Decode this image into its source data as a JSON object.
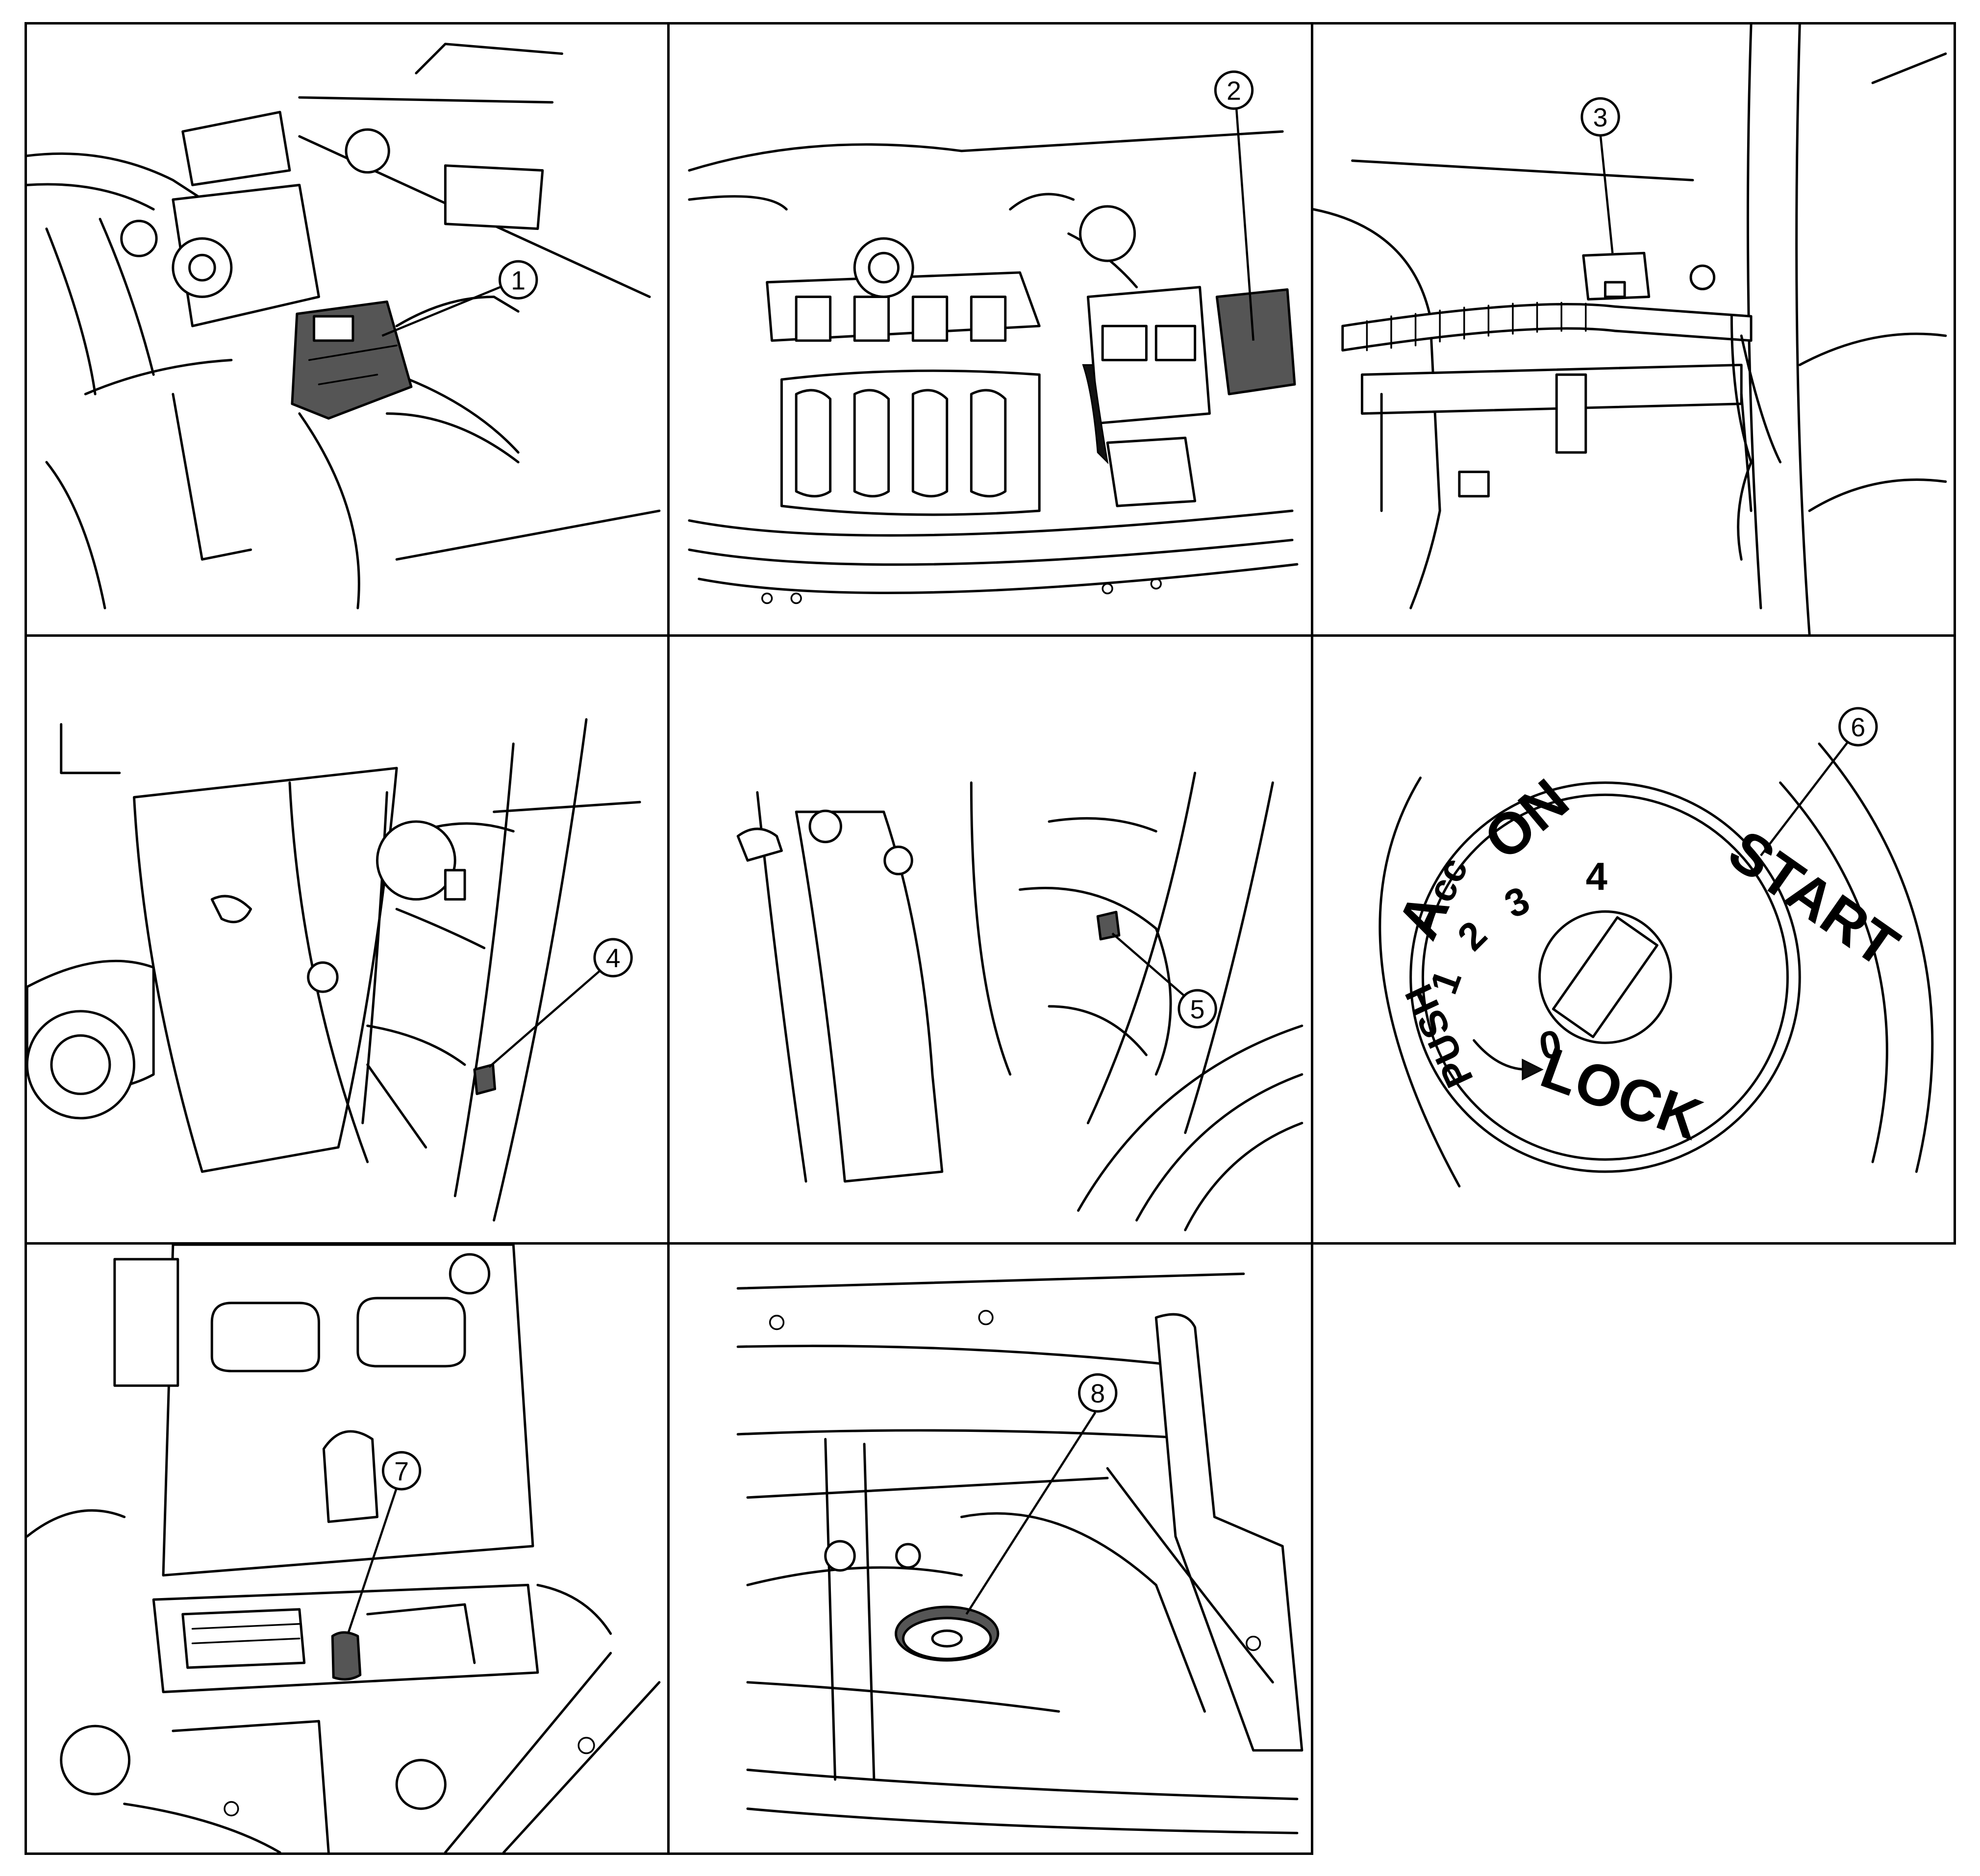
{
  "figure": {
    "callouts": [
      "1",
      "2",
      "3",
      "4",
      "5",
      "6",
      "7",
      "8"
    ],
    "ignition_switch": {
      "positions": {
        "lock": "LOCK",
        "acc_a": "A",
        "acc_cc": "cc",
        "on": "ON",
        "start": "START",
        "push": "PUSH"
      },
      "numbers": [
        "0",
        "1",
        "2",
        "3",
        "4"
      ]
    }
  }
}
